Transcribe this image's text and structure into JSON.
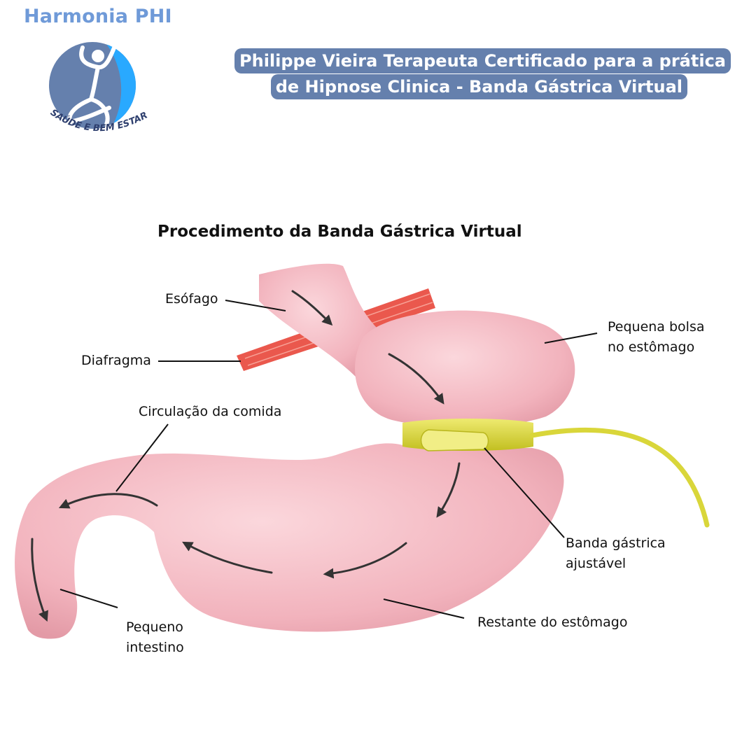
{
  "brand": {
    "name": "Harmonia PHI",
    "tagline": "SAÚDE E BEM ESTAR",
    "colors": {
      "logo_circle": "#6580ad",
      "logo_accent": "#29a9ff",
      "brand_text": "#6f9ad8"
    }
  },
  "header": {
    "line1": "Philippe Vieira Terapeuta Certificado para a prática",
    "line2": "de Hipnose Clinica - Banda Gástrica Virtual",
    "background": "#6580ad"
  },
  "diagram": {
    "title": "Procedimento da Banda Gástrica Virtual",
    "labels": {
      "esofago": "Esófago",
      "diafragma": "Diafragma",
      "circulacao": "Circulação da comida",
      "pequena_bolsa": [
        "Pequena bolsa",
        "no estômago"
      ],
      "banda": [
        "Banda gástrica",
        "ajustável"
      ],
      "restante": "Restante do estômago",
      "intestino": [
        "Pequeno",
        "intestino"
      ]
    },
    "colors": {
      "stomach": "#f4b8c2",
      "band": "#d9d63a",
      "diaphragm": "#e8463a"
    }
  }
}
